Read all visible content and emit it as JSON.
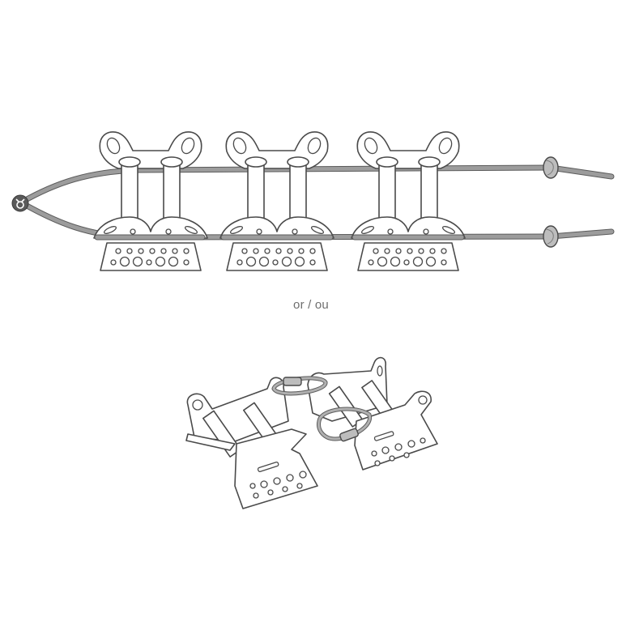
{
  "figure": {
    "top_illustration": {
      "description": "Three step units threaded on a rope loop joined at a ring on the left, rope ends tied with stopper knots on the right",
      "units": 3,
      "ring_icon": "ring-icon",
      "knots": 2
    },
    "separator_text": "or / ou",
    "bottom_illustration": {
      "description": "Two step units linked by a pair of carabiners/connectors shown in perspective",
      "units": 2,
      "connectors": 2
    },
    "colors": {
      "line": "#4a4a4a",
      "rope": "#9c9c9c",
      "ring": "#5a5a5a",
      "caption": "#6e6e6e",
      "background": "#ffffff"
    }
  }
}
